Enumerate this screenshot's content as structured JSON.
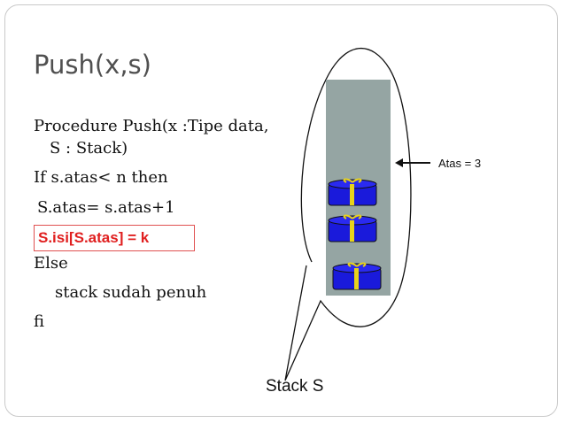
{
  "slide": {
    "title": "Push(x,s)",
    "code_lines": [
      "Procedure Push(x :Tipe data,",
      "S : Stack)",
      "If s.atas< n then",
      "S.atas= s.atas+1",
      "Else",
      "stack sudah penuh",
      "fi"
    ],
    "highlight_line": "S.isi[S.atas] = k"
  },
  "diagram": {
    "pointer_label": "Atas = 3",
    "stack_label": "Stack S",
    "item_count": 3,
    "colors": {
      "stack_fill": "#95a5a3",
      "box_fill": "#1a1adb",
      "ribbon": "#e8d21a",
      "highlight_text": "#e02020"
    }
  }
}
